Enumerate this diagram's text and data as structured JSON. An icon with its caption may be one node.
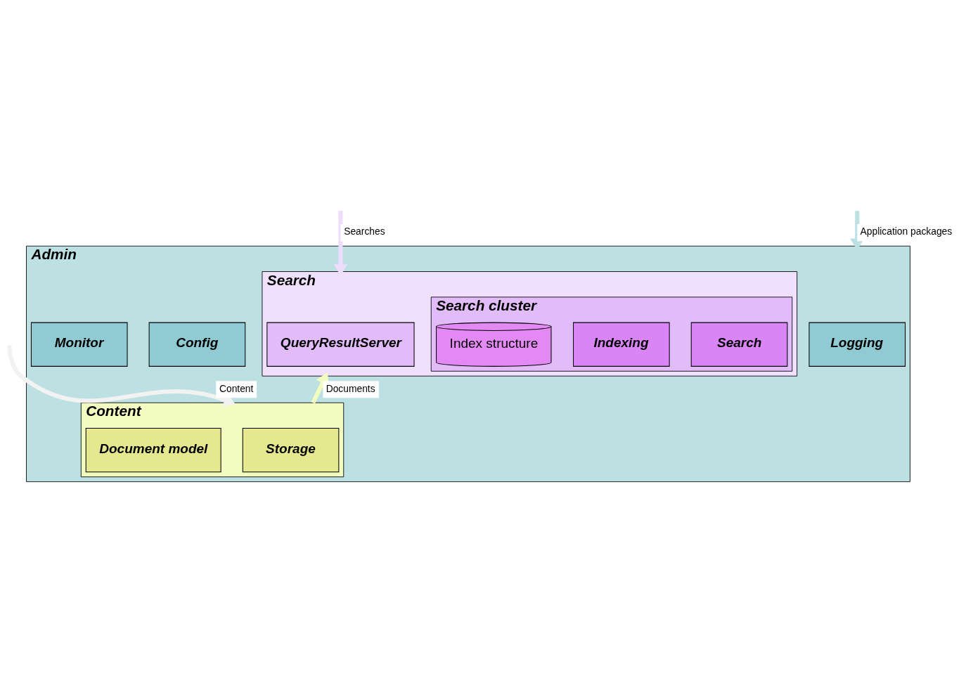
{
  "diagram": {
    "nodes": [
      {
        "text": [
          "Admin"
        ]
      },
      {
        "text": [
          "Logging"
        ],
        "in": 0
      },
      {
        "text": [
          "Config"
        ],
        "in": 0
      },
      {
        "text": [
          "Monitor"
        ],
        "in": 0
      },
      {
        "text": [
          "Search"
        ],
        "in": 0
      },
      {
        "text": [
          "QueryResultServer"
        ],
        "in": 4
      },
      {
        "text": [
          "Search cluster"
        ],
        "in": 4
      },
      {
        "text": [
          "Search"
        ],
        "in": 6
      },
      {
        "text": [
          "Indexing"
        ],
        "in": 6
      },
      {
        "text": [
          "Index structure"
        ],
        "in": 6
      },
      {
        "text": [
          "Content"
        ],
        "in": 0
      },
      {
        "text": [
          "Storage"
        ],
        "in": 10
      },
      {
        "text": [
          "Document model"
        ],
        "in": 10
      }
    ],
    "edges": [
      {
        "from": null,
        "to": 4,
        "arrow": "to",
        "label": "Searches",
        "color": "#eedcfc"
      },
      {
        "from": null,
        "to": 0,
        "arrow": "to",
        "label": "Application packages",
        "color": "#bde0e3"
      },
      {
        "from": 10,
        "to": 4,
        "arrow": "to",
        "label": "Documents",
        "color": "#f2fcc0"
      },
      {
        "from": null,
        "to": 10,
        "arrow": "to",
        "label": "Content",
        "color": "#f2f2f2"
      }
    ]
  }
}
